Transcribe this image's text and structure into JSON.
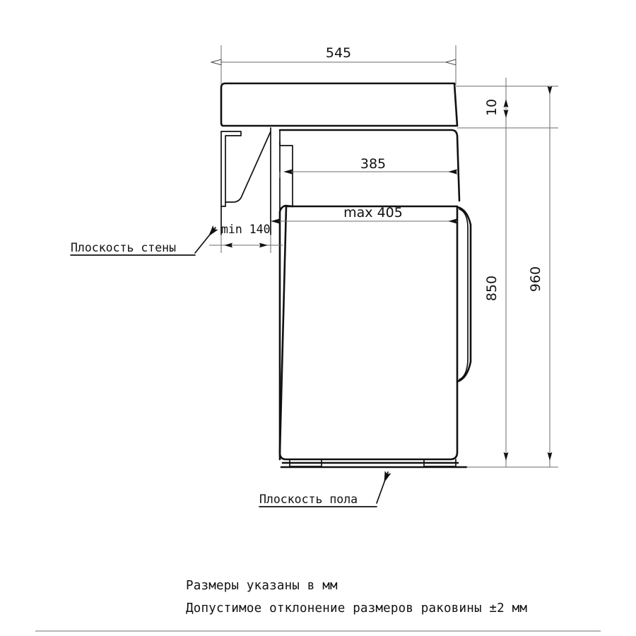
{
  "drawing": {
    "title": "Washing machine and sink installation dimension drawing",
    "units": "mm",
    "dimensions": {
      "sink_width": "545",
      "sink_thickness": "10",
      "machine_top_width": "385",
      "machine_max_width": "max 405",
      "machine_height": "850",
      "total_height": "960",
      "wall_offset": "min 140"
    },
    "callouts": {
      "wall_plane": "Плоскость стены",
      "floor_plane": "Плоскость пола"
    },
    "notes": {
      "line1": "Размеры указаны в мм",
      "line2": "Допустимое отклонение размеров раковины ±2 мм"
    },
    "colors": {
      "outline": "#111111",
      "dimension_line": "#6b6b6b",
      "background": "#ffffff",
      "rule": "#8a8a8a"
    }
  }
}
